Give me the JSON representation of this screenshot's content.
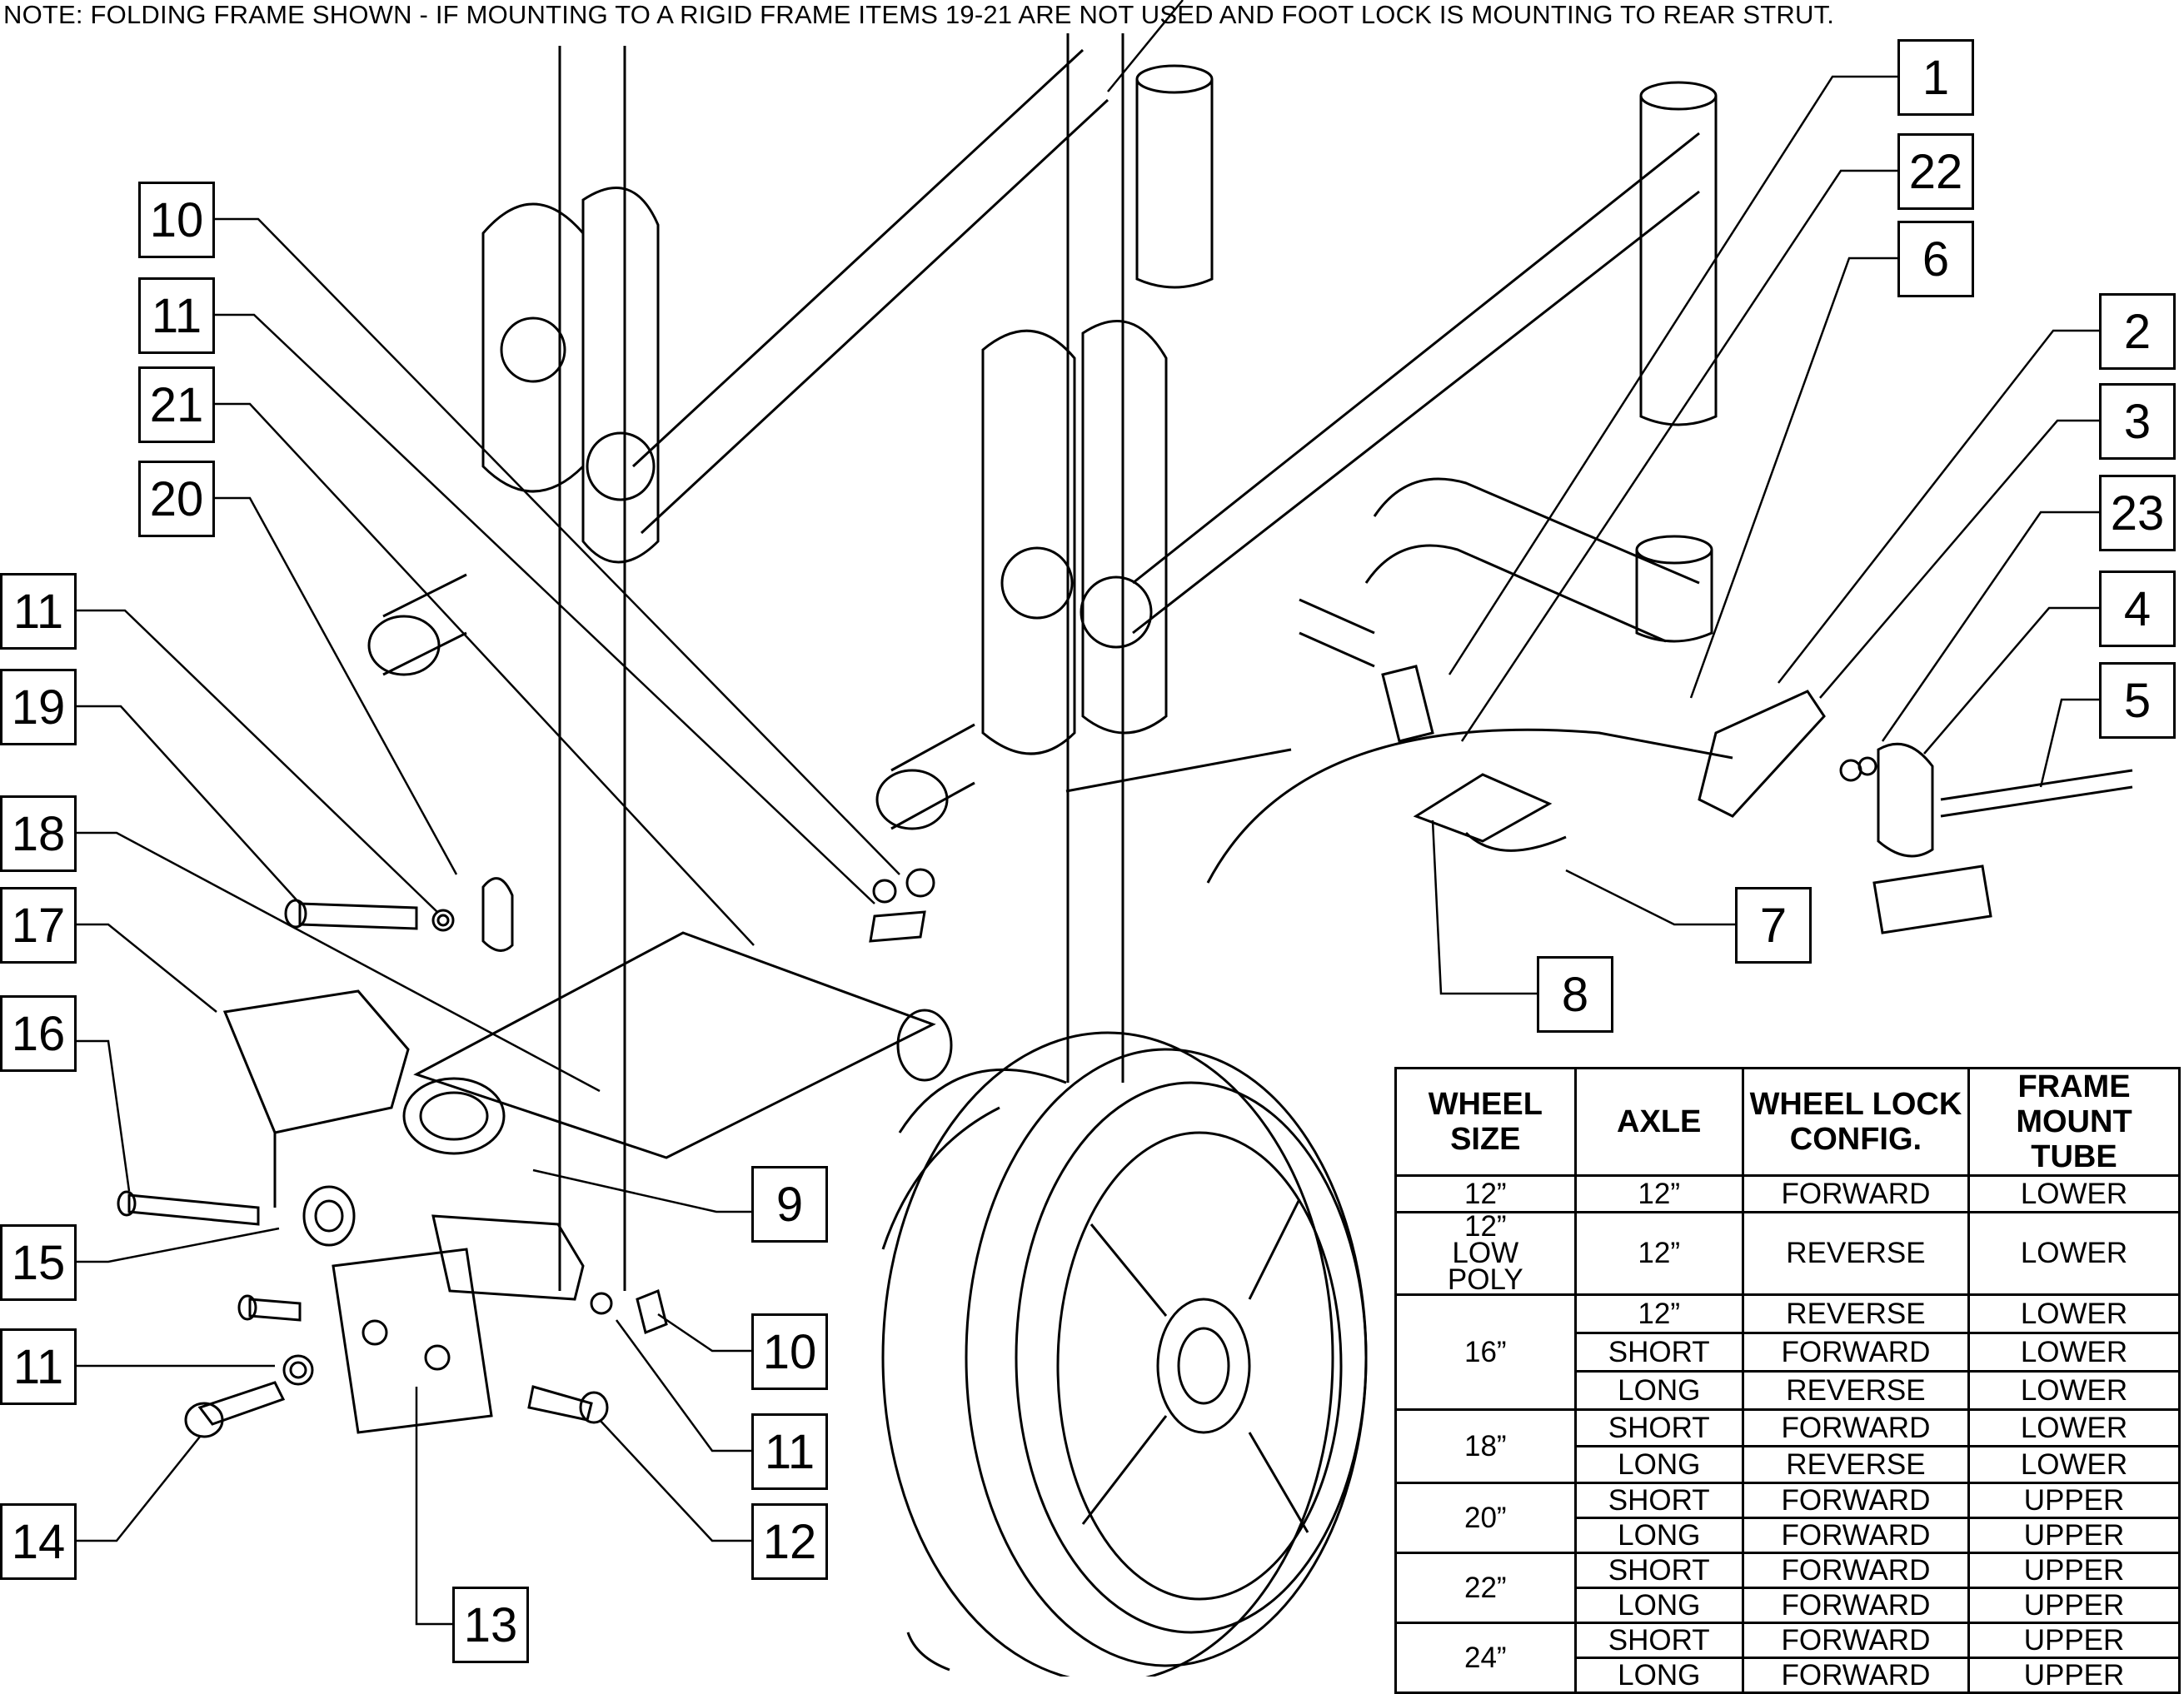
{
  "note": "NOTE: FOLDING FRAME SHOWN - IF MOUNTING TO A RIGID FRAME ITEMS 19-21 ARE NOT USED AND FOOT LOCK IS MOUNTING TO REAR STRUT.",
  "callouts": [
    {
      "id": "c1",
      "label": "1"
    },
    {
      "id": "c22",
      "label": "22"
    },
    {
      "id": "c6",
      "label": "6"
    },
    {
      "id": "c2",
      "label": "2"
    },
    {
      "id": "c3",
      "label": "3"
    },
    {
      "id": "c23",
      "label": "23"
    },
    {
      "id": "c4",
      "label": "4"
    },
    {
      "id": "c5",
      "label": "5"
    },
    {
      "id": "c7",
      "label": "7"
    },
    {
      "id": "c8",
      "label": "8"
    },
    {
      "id": "c10a",
      "label": "10"
    },
    {
      "id": "c11a",
      "label": "11"
    },
    {
      "id": "c21",
      "label": "21"
    },
    {
      "id": "c20",
      "label": "20"
    },
    {
      "id": "c11b",
      "label": "11"
    },
    {
      "id": "c19",
      "label": "19"
    },
    {
      "id": "c18",
      "label": "18"
    },
    {
      "id": "c17",
      "label": "17"
    },
    {
      "id": "c16",
      "label": "16"
    },
    {
      "id": "c15",
      "label": "15"
    },
    {
      "id": "c11c",
      "label": "11"
    },
    {
      "id": "c14",
      "label": "14"
    },
    {
      "id": "c13",
      "label": "13"
    },
    {
      "id": "c9",
      "label": "9"
    },
    {
      "id": "c10b",
      "label": "10"
    },
    {
      "id": "c11d",
      "label": "11"
    },
    {
      "id": "c12",
      "label": "12"
    }
  ],
  "table": {
    "headers": [
      "WHEEL SIZE",
      "AXLE",
      "WHEEL LOCK CONFIG.",
      "FRAME MOUNT TUBE"
    ],
    "rows": [
      {
        "wheel": "12”",
        "axle": "12”",
        "config": "FORWARD",
        "tube": "LOWER"
      },
      {
        "wheel": "12” LOW POLY",
        "axle": "12”",
        "config": "REVERSE",
        "tube": "LOWER"
      },
      {
        "wheel": "16”",
        "axle": "12”",
        "config": "REVERSE",
        "tube": "LOWER"
      },
      {
        "wheel": "",
        "axle": "SHORT",
        "config": "FORWARD",
        "tube": "LOWER"
      },
      {
        "wheel": "",
        "axle": "LONG",
        "config": "REVERSE",
        "tube": "LOWER"
      },
      {
        "wheel": "18”",
        "axle": "SHORT",
        "config": "FORWARD",
        "tube": "LOWER"
      },
      {
        "wheel": "",
        "axle": "LONG",
        "config": "REVERSE",
        "tube": "LOWER"
      },
      {
        "wheel": "20”",
        "axle": "SHORT",
        "config": "FORWARD",
        "tube": "UPPER"
      },
      {
        "wheel": "",
        "axle": "LONG",
        "config": "FORWARD",
        "tube": "UPPER"
      },
      {
        "wheel": "22”",
        "axle": "SHORT",
        "config": "FORWARD",
        "tube": "UPPER"
      },
      {
        "wheel": "",
        "axle": "LONG",
        "config": "FORWARD",
        "tube": "UPPER"
      },
      {
        "wheel": "24”",
        "axle": "SHORT",
        "config": "FORWARD",
        "tube": "UPPER"
      },
      {
        "wheel": "",
        "axle": "LONG",
        "config": "FORWARD",
        "tube": "UPPER"
      }
    ]
  }
}
